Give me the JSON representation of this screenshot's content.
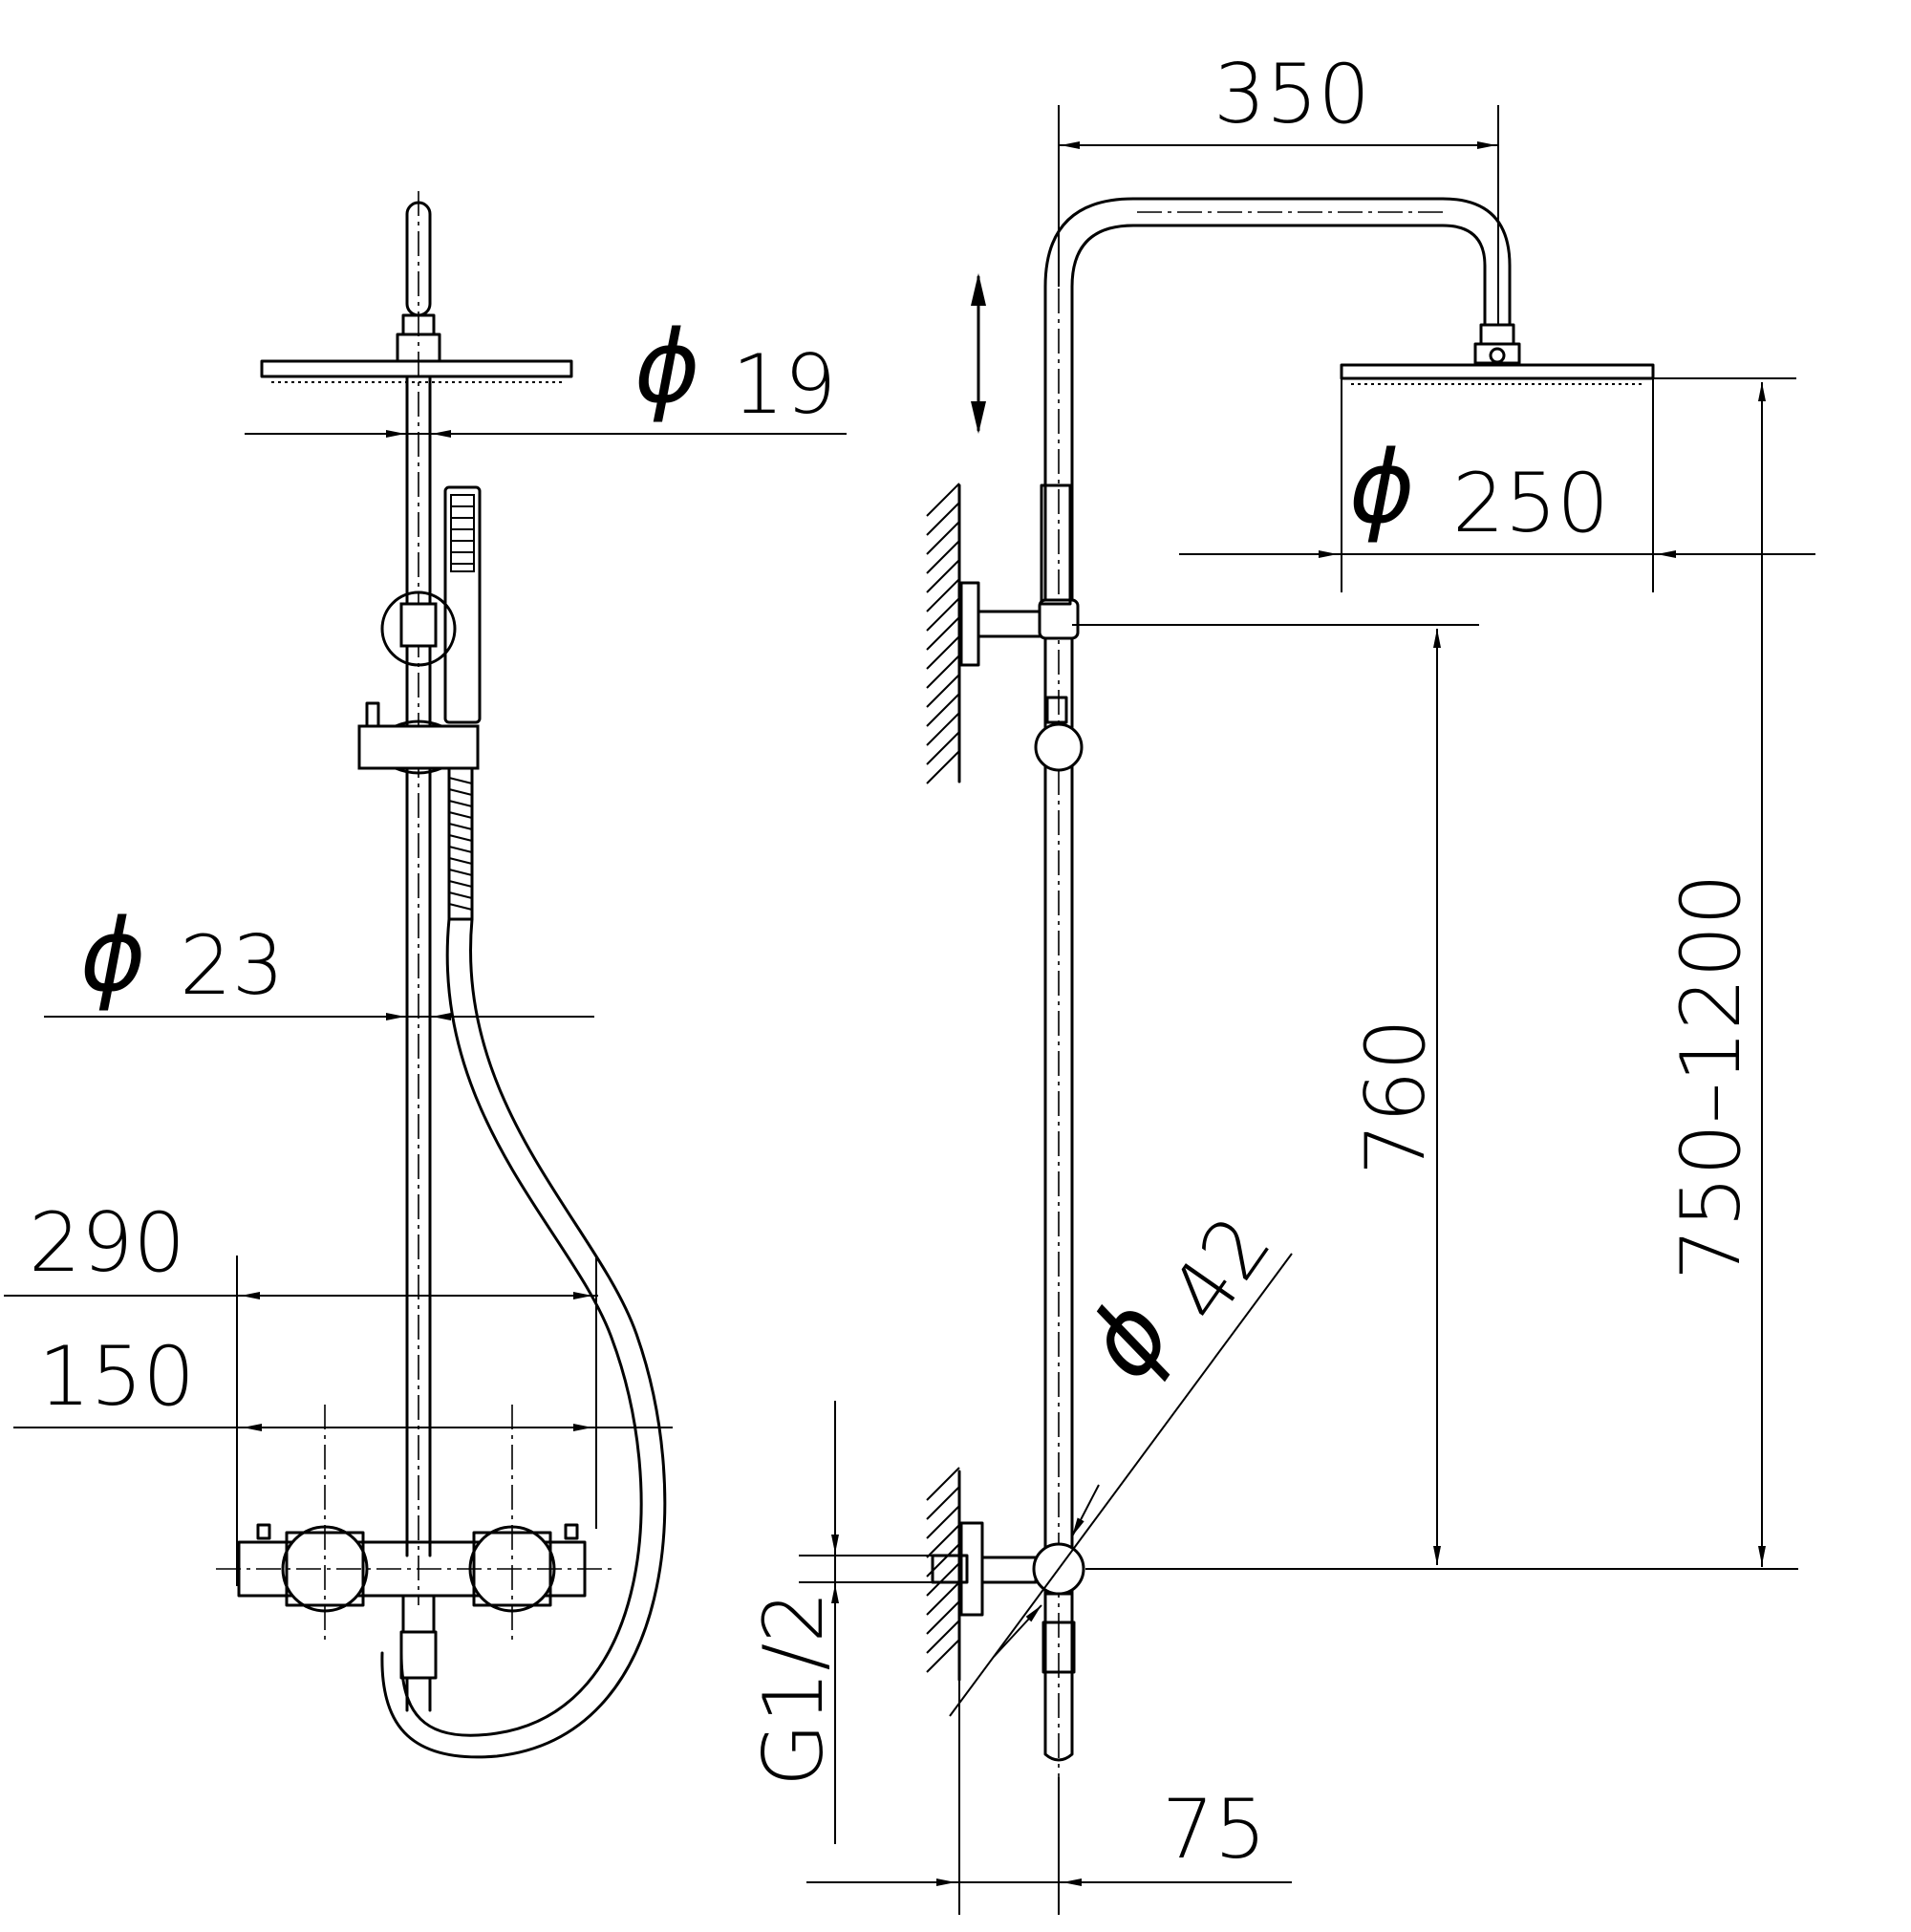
{
  "dimensions": {
    "top_width": "350",
    "pipe_dia_small_symbol": "ϕ",
    "pipe_dia_small": "19",
    "head_dia_symbol": "ϕ",
    "head_dia": "250",
    "pipe_dia_main_symbol": "ϕ",
    "pipe_dia_main": "23",
    "width_overall": "290",
    "width_centers": "150",
    "height_mount": "760",
    "height_adjust": "750–1200",
    "knob_dia_symbol": "ϕ",
    "knob_dia": "42",
    "thread": "G1/2",
    "offset_wall": "75"
  }
}
